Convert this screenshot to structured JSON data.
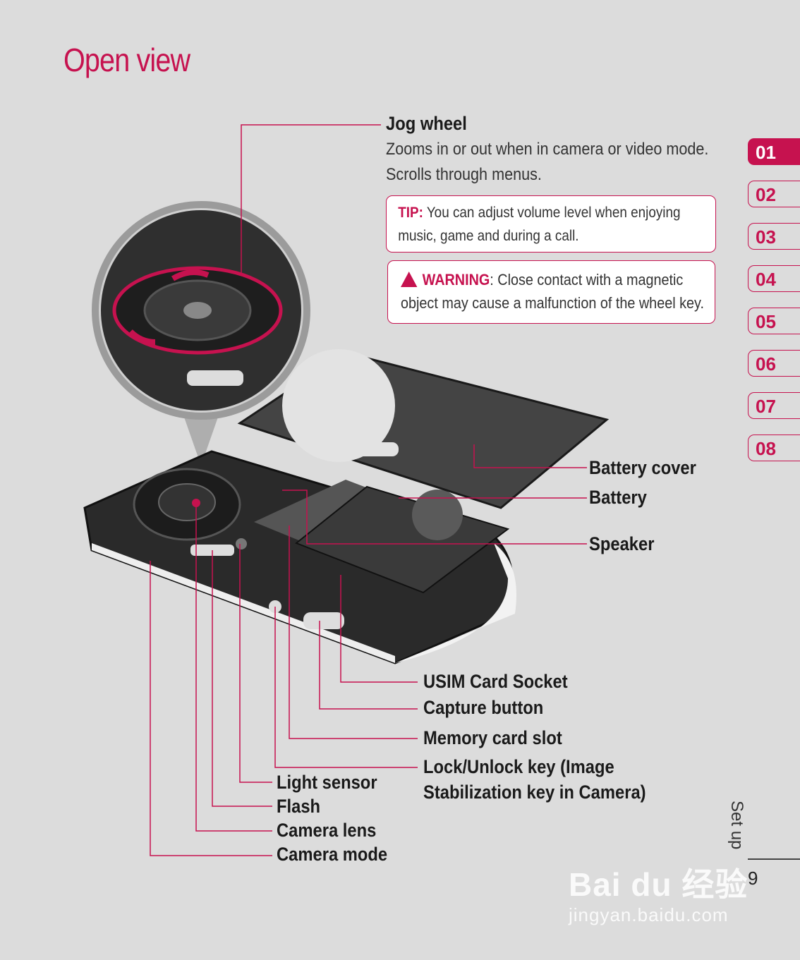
{
  "page": {
    "title": "Open view",
    "section_label": "Set up",
    "page_number": "9"
  },
  "jog_wheel": {
    "label": "Jog wheel",
    "desc_line1": "Zooms in or out when in camera or video mode.",
    "desc_line2": "Scrolls through menus."
  },
  "tip": {
    "head": "TIP:",
    "line1": " You can adjust volume level when enjoying",
    "line2": "music, game and during a call."
  },
  "warning": {
    "head": "WARNING",
    "line1": ": Close contact with a magnetic",
    "line2": "object may cause a malfunction of the wheel key."
  },
  "labels": {
    "battery_cover": "Battery cover",
    "battery": "Battery",
    "speaker": "Speaker",
    "usim": "USIM Card Socket",
    "capture": "Capture button",
    "memory": "Memory card slot",
    "lock1": "Lock/Unlock key (Image",
    "lock2": "Stabilization key in Camera)",
    "light": "Light sensor",
    "flash": "Flash",
    "lens": "Camera lens",
    "mode": "Camera mode"
  },
  "tabs": [
    "01",
    "02",
    "03",
    "04",
    "05",
    "06",
    "07",
    "08"
  ],
  "active_tab": "01",
  "watermark": {
    "brand": "Bai du 经验",
    "url": "jingyan.baidu.com"
  },
  "colors": {
    "accent": "#c6124f",
    "background": "#dcdcdc"
  }
}
